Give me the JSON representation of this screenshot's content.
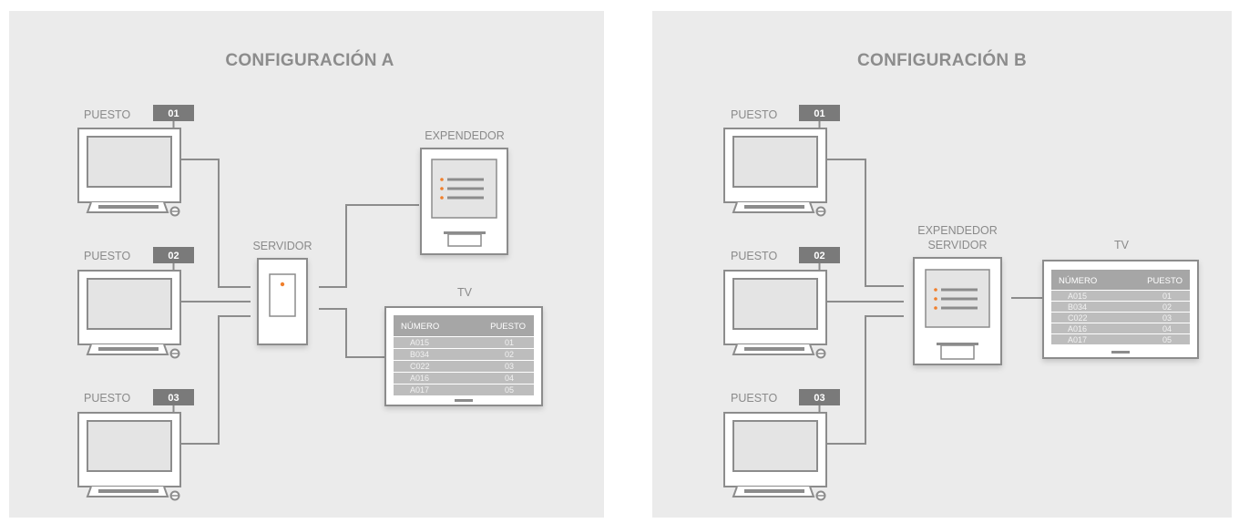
{
  "config_a": {
    "title": "CONFIGURACIÓN A",
    "stations": [
      {
        "label": "PUESTO",
        "number": "01"
      },
      {
        "label": "PUESTO",
        "number": "02"
      },
      {
        "label": "PUESTO",
        "number": "03"
      }
    ],
    "server_label": "SERVIDOR",
    "dispenser_label": "EXPENDEDOR",
    "tv_label": "TV",
    "tv": {
      "col_number": "NÚMERO",
      "col_station": "PUESTO",
      "rows": [
        {
          "number": "A015",
          "station": "01"
        },
        {
          "number": "B034",
          "station": "02"
        },
        {
          "number": "C022",
          "station": "03"
        },
        {
          "number": "A016",
          "station": "04"
        },
        {
          "number": "A017",
          "station": "05"
        }
      ]
    }
  },
  "config_b": {
    "title": "CONFIGURACIÓN B",
    "stations": [
      {
        "label": "PUESTO",
        "number": "01"
      },
      {
        "label": "PUESTO",
        "number": "02"
      },
      {
        "label": "PUESTO",
        "number": "03"
      }
    ],
    "dispenser_server_label_line1": "EXPENDEDOR",
    "dispenser_server_label_line2": "SERVIDOR",
    "tv_label": "TV",
    "tv": {
      "col_number": "NÚMERO",
      "col_station": "PUESTO",
      "rows": [
        {
          "number": "A015",
          "station": "01"
        },
        {
          "number": "B034",
          "station": "02"
        },
        {
          "number": "C022",
          "station": "03"
        },
        {
          "number": "A016",
          "station": "04"
        },
        {
          "number": "A017",
          "station": "05"
        }
      ]
    }
  },
  "colors": {
    "panel_bg": "#ebebeb",
    "device_frame": "#8c8c8c",
    "badge": "#7a7a7a",
    "tv_header": "#a6a6a6",
    "tv_row": "#bdbdbd",
    "led": "#f07f2c"
  }
}
